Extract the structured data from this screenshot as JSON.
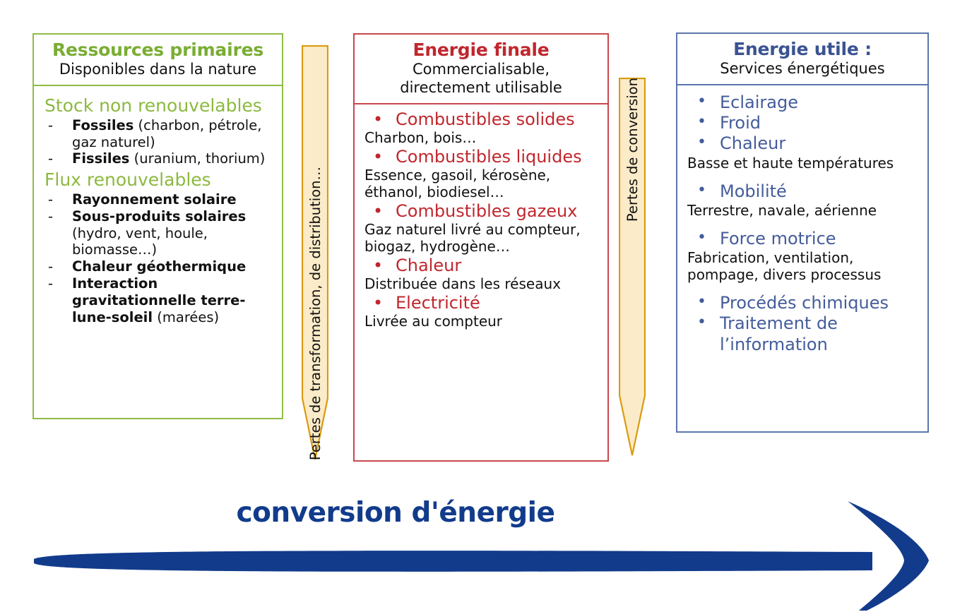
{
  "primary": {
    "title": "Ressources primaires",
    "subtitle": "Disponibles dans la nature",
    "group1_title": "Stock non renouvelables",
    "group1_items": [
      {
        "strong": "Fossiles",
        "rest": " (charbon, pétrole, gaz naturel)"
      },
      {
        "strong": "Fissiles",
        "rest": " (uranium, thorium)"
      }
    ],
    "group2_title": "Flux renouvelables",
    "group2_items": [
      {
        "strong": "Rayonnement solaire",
        "rest": ""
      },
      {
        "strong": "Sous-produits solaires",
        "rest": " (hydro, vent, houle, biomasse…)"
      },
      {
        "strong": "Chaleur géothermique",
        "rest": ""
      },
      {
        "strong": "Interaction gravitationnelle terre-lune-soleil",
        "rest": " (marées)"
      }
    ],
    "dash": "-",
    "color": "#8CB93F",
    "border_color": "#91BC45"
  },
  "final": {
    "title": "Energie finale",
    "subtitle_line1": "Commercialisable,",
    "subtitle_line2": "directement utilisable",
    "bullet": "•",
    "items": [
      {
        "label": "Combustibles solides",
        "desc": "Charbon, bois…"
      },
      {
        "label": "Combustibles liquides",
        "desc": "Essence, gasoil, kérosène, éthanol, biodiesel…"
      },
      {
        "label": "Combustibles gazeux",
        "desc": "Gaz naturel livré au compteur, biogaz, hydrogène…"
      },
      {
        "label": "Chaleur",
        "desc": "Distribuée dans les réseaux"
      },
      {
        "label": "Electricité",
        "desc": "Livrée au compteur"
      }
    ],
    "color": "#C0272D",
    "border_color": "#C9484D"
  },
  "useful": {
    "title": "Energie utile :",
    "subtitle": "Services énergétiques",
    "bullet": "•",
    "items": [
      {
        "label": "Eclairage",
        "desc": ""
      },
      {
        "label": "Froid",
        "desc": ""
      },
      {
        "label": "Chaleur",
        "desc": "Basse et haute températures"
      },
      {
        "label": "Mobilité",
        "desc": "Terrestre, navale, aérienne"
      },
      {
        "label": "Force motrice",
        "desc": "Fabrication, ventilation, pompage, divers processus"
      },
      {
        "label": "Procédés chimiques",
        "desc": ""
      },
      {
        "label": "Traitement de l’information",
        "desc": ""
      }
    ],
    "color": "#445C9B",
    "border_color": "#5C76AC"
  },
  "losses": {
    "transformation": "Pertes de transformation, de distribution…",
    "conversion": "Pertes de conversion",
    "fill": "#FCEBC8",
    "stroke": "#D99B10"
  },
  "conversion": {
    "caption": "conversion d'énergie",
    "color": "#123B8C"
  }
}
